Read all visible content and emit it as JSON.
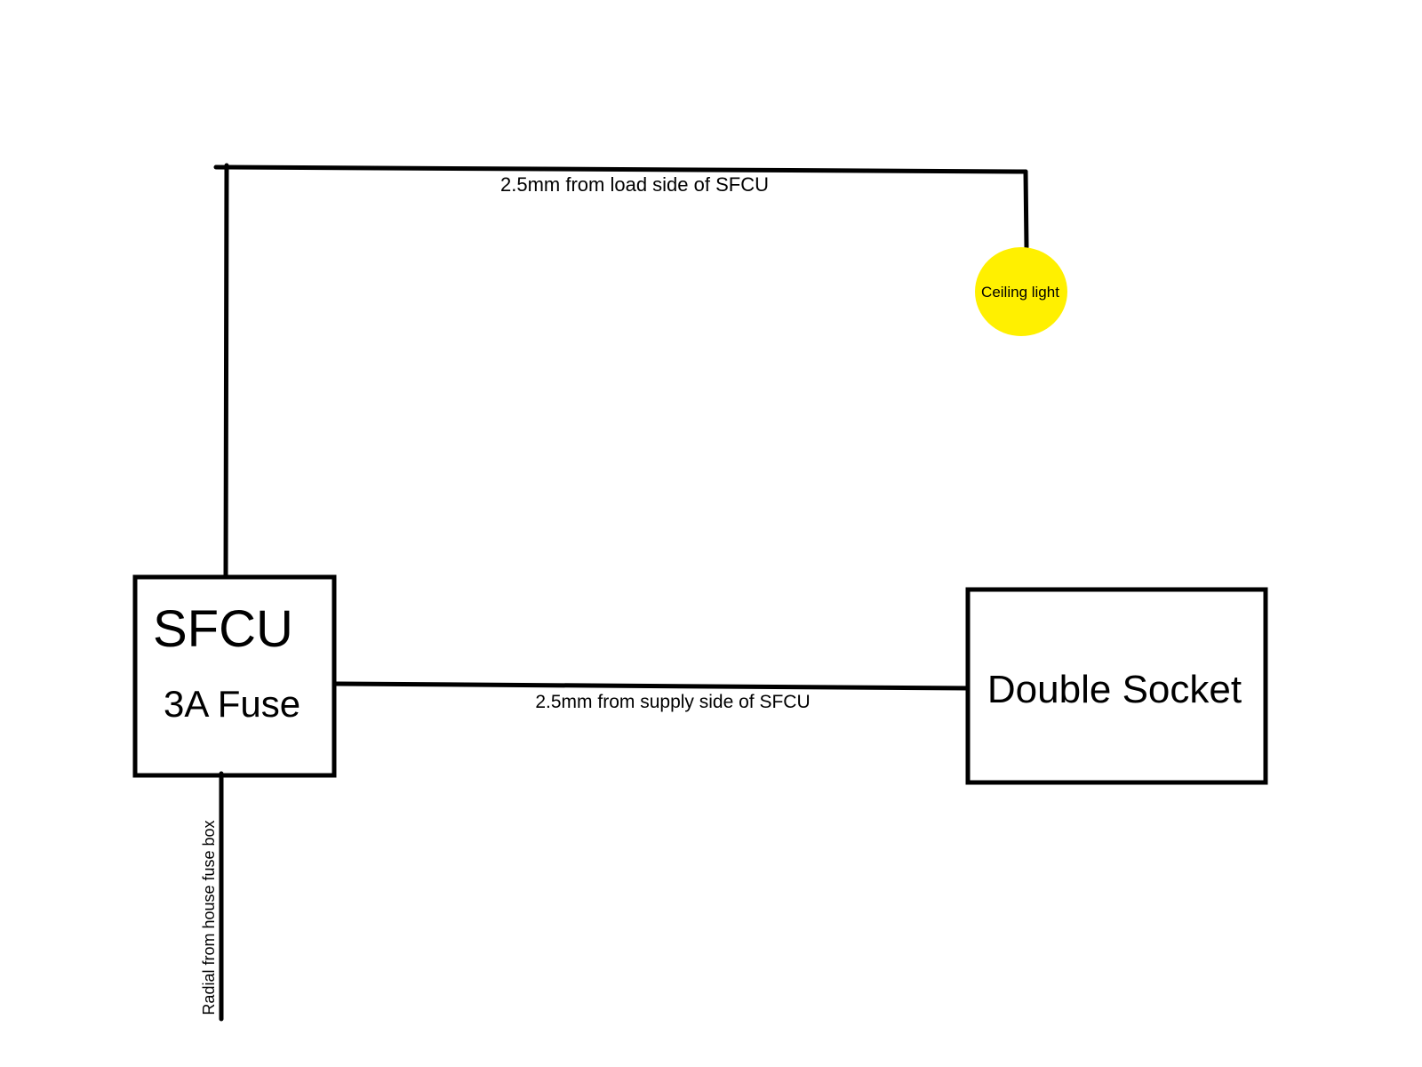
{
  "diagram": {
    "colors": {
      "wire": "#000000",
      "ceiling_light_fill": "#FFF000",
      "background": "#FFFFFF"
    },
    "sfcu": {
      "title": "SFCU",
      "subtitle": "3A Fuse"
    },
    "double_socket": {
      "label": "Double Socket"
    },
    "ceiling_light": {
      "label": "Ceiling light"
    },
    "wires": {
      "load_side": "2.5mm from load side of SFCU",
      "supply_side": "2.5mm from supply side of SFCU",
      "radial": "Radial from house fuse box"
    }
  }
}
